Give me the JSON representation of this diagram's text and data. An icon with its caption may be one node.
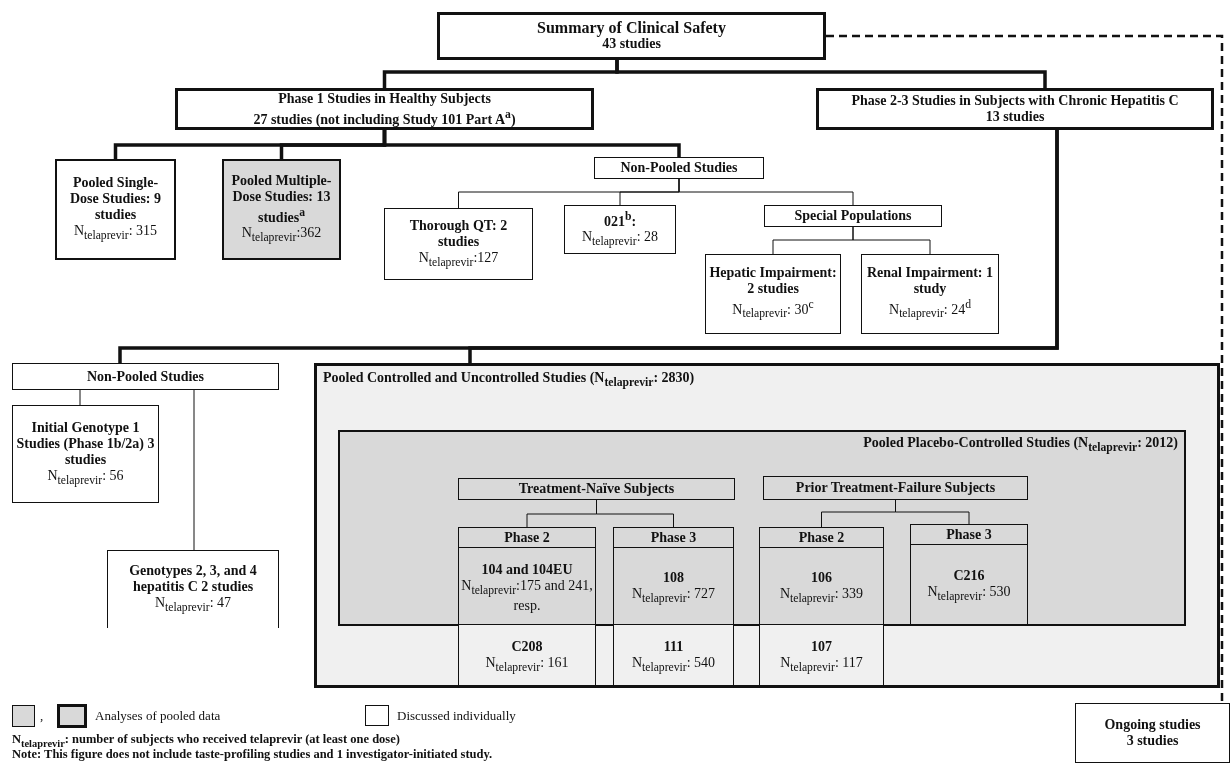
{
  "diagram": {
    "nodes": [
      {
        "text": [
          "Summary of Clinical Safety",
          "43 studies"
        ]
      },
      {
        "text": [
          "Phase 1 Studies in Healthy Subjects",
          "27 studies (not including Study 101 Part A$^{a}$)"
        ]
      },
      {
        "text": [
          "Phase 2-3 Studies in Subjects with Chronic Hepatitis C",
          "13 studies"
        ]
      },
      {
        "text": [
          "Pooled Single-Dose Studies: 9 studies",
          "N$_{telaprevir}$: 315"
        ]
      },
      {
        "text": [
          "Pooled Multiple-Dose Studies: 13 studies$^{a}$",
          "N$_{telaprevir}$:362"
        ]
      },
      {
        "text": [
          "Non-Pooled Studies"
        ]
      },
      {
        "text": [
          "Thorough QT: 2 studies",
          "N$_{telaprevir}$:127"
        ]
      },
      {
        "text": [
          "021$^{b}$:",
          "N$_{telaprevir}$: 28"
        ]
      },
      {
        "text": [
          "Special Populations"
        ]
      },
      {
        "text": [
          "Hepatic Impairment: 2 studies",
          "N$_{telaprevir}$: 30$^{c}$"
        ]
      },
      {
        "text": [
          "Renal Impairment: 1 study",
          "N$_{telaprevir}$: 24$^{d}$"
        ]
      },
      {
        "text": [
          "Non-Pooled Studies"
        ]
      },
      {
        "text": [
          "Pooled Controlled and Uncontrolled Studies (N$_{telaprevir}$: 2830)"
        ]
      },
      {
        "text": [
          "Initial Genotype 1 Studies (Phase 1b/2a) 3 studies",
          "N$_{telaprevir}$: 56"
        ]
      },
      {
        "text": [
          "Genotypes 2, 3, and 4 hepatitis C 2 studies",
          "N$_{telaprevir}$: 47"
        ]
      },
      {
        "text": [
          "Pooled Placebo-Controlled Studies (N$_{telaprevir}$: 2012)"
        ],
        "in": 12
      },
      {
        "text": [
          "Treatment-Naïve Subjects"
        ],
        "in": 15
      },
      {
        "text": [
          "Prior Treatment-Failure Subjects"
        ],
        "in": 15
      },
      {
        "text": [
          "Phase 2"
        ],
        "in": 15
      },
      {
        "text": [
          "104 and 104EU",
          "N$_{telaprevir}$:175 and 241, resp."
        ],
        "in": 15
      },
      {
        "text": [
          "C208",
          "N$_{telaprevir}$: 161"
        ],
        "in": 12
      },
      {
        "text": [
          "Phase 3"
        ],
        "in": 15
      },
      {
        "text": [
          "108",
          "N$_{telaprevir}$: 727"
        ],
        "in": 15
      },
      {
        "text": [
          "111",
          "N$_{telaprevir}$: 540"
        ],
        "in": 12
      },
      {
        "text": [
          "Phase 2"
        ],
        "in": 15
      },
      {
        "text": [
          "106",
          "N$_{telaprevir}$: 339"
        ],
        "in": 15
      },
      {
        "text": [
          "107",
          "N$_{telaprevir}$: 117"
        ],
        "in": 12
      },
      {
        "text": [
          "Phase 3"
        ],
        "in": 15
      },
      {
        "text": [
          "C216",
          "N$_{telaprevir}$: 530"
        ],
        "in": 15
      },
      {
        "text": [
          "Ongoing studies",
          "3 studies"
        ]
      }
    ],
    "edges": [
      {
        "from": 0,
        "to": 1,
        "arrow": "none",
        "style": "thick"
      },
      {
        "from": 0,
        "to": 2,
        "arrow": "none",
        "style": "thick"
      },
      {
        "from": 0,
        "to": 29,
        "arrow": "none",
        "style": "dashed"
      },
      {
        "from": 1,
        "to": 3,
        "arrow": "none",
        "style": "thick"
      },
      {
        "from": 1,
        "to": 4,
        "arrow": "none",
        "style": "thick"
      },
      {
        "from": 1,
        "to": 5,
        "arrow": "none",
        "style": "thick"
      },
      {
        "from": 5,
        "to": 6,
        "arrow": "none"
      },
      {
        "from": 5,
        "to": 7,
        "arrow": "none"
      },
      {
        "from": 5,
        "to": 8,
        "arrow": "none"
      },
      {
        "from": 8,
        "to": 9,
        "arrow": "none"
      },
      {
        "from": 8,
        "to": 10,
        "arrow": "none"
      },
      {
        "from": 2,
        "to": 11,
        "arrow": "none",
        "style": "thick"
      },
      {
        "from": 2,
        "to": 12,
        "arrow": "none",
        "style": "thick"
      },
      {
        "from": 11,
        "to": 13,
        "arrow": "none"
      },
      {
        "from": 11,
        "to": 14,
        "arrow": "none"
      },
      {
        "from": 16,
        "to": 18,
        "arrow": "none"
      },
      {
        "from": 16,
        "to": 21,
        "arrow": "none"
      },
      {
        "from": 17,
        "to": 24,
        "arrow": "none"
      },
      {
        "from": 17,
        "to": 27,
        "arrow": "none"
      }
    ],
    "labels": [
      ",",
      "N$_{telaprevir}$: number of subjects who received telaprevir (at least one dose)",
      "Note: This figure does not include taste-profiling studies and 1 investigator-initiated study."
    ],
    "legend": [
      {
        "text": "Analyses of pooled data",
        "color": "#d9d9d9"
      },
      {
        "text": "Discussed individually",
        "color": "#ffffff"
      }
    ]
  }
}
